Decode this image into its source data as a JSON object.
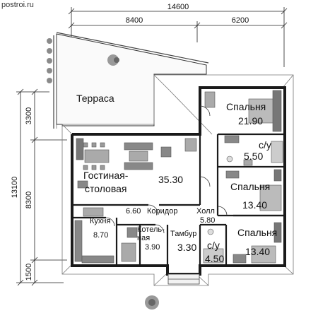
{
  "site": {
    "label": "postroi.ru"
  },
  "dimensions": {
    "overall_width": "14600",
    "left_width": "8400",
    "right_width": "6200",
    "overall_depth": "13100",
    "depth_top": "3300",
    "depth_mid": "8300",
    "depth_bottom": "1500"
  },
  "rooms": {
    "terrace": {
      "label": "Терраса"
    },
    "bedroom1": {
      "label": "Спальня",
      "area": "21.90"
    },
    "bath1": {
      "label": "с/у",
      "area": "5.50"
    },
    "bedroom2": {
      "label": "Спальня",
      "area": "13.40"
    },
    "living": {
      "label_line1": "Гостиная-",
      "label_line2": "столовая",
      "area": "35.30"
    },
    "corridor": {
      "label": "Коридор",
      "area": "6.60"
    },
    "hall": {
      "label": "Холл",
      "area": "5.80"
    },
    "kitchen": {
      "label": "Кухня",
      "area": "8.70"
    },
    "boiler": {
      "label_line1": "Котель-",
      "label_line2": "ная",
      "area": "3.90"
    },
    "vestibule": {
      "label": "Тамбур",
      "area": "3.30"
    },
    "bath2": {
      "label": "с/у",
      "area": "4.50"
    },
    "bedroom3": {
      "label": "Спальня",
      "area": "13.40"
    }
  },
  "colors": {
    "wall": "#1a1a1a",
    "roof_line": "#777777",
    "furniture": "#9a9a9a",
    "furniture_dark": "#555555",
    "plant": "#8a8a8a"
  }
}
